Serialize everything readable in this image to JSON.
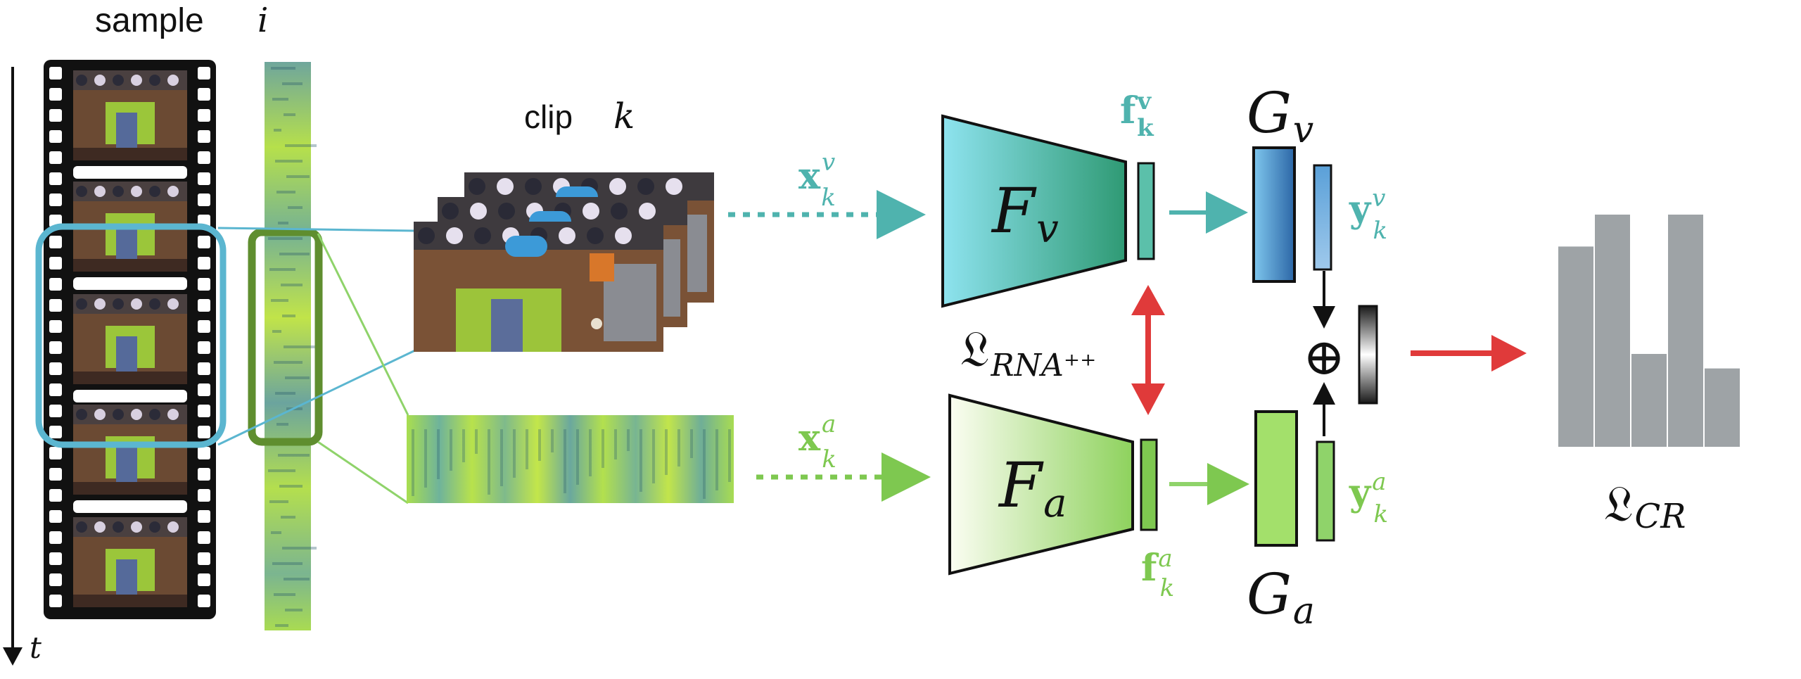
{
  "labels": {
    "sample": "sample",
    "sample_index": "i",
    "time_axis": "t",
    "clip": "clip",
    "clip_index": "k"
  },
  "symbols": {
    "visual_input": {
      "base": "x",
      "sup": "v",
      "sub": "k"
    },
    "audio_input": {
      "base": "x",
      "sup": "a",
      "sub": "k"
    },
    "visual_encoder": {
      "base": "F",
      "sub": "v"
    },
    "audio_encoder": {
      "base": "F",
      "sub": "a"
    },
    "visual_feature": {
      "base": "f",
      "sup": "v",
      "sub": "k"
    },
    "audio_feature": {
      "base": "f",
      "sup": "a",
      "sub": "k"
    },
    "visual_head": {
      "base": "G",
      "sub": "v"
    },
    "audio_head": {
      "base": "G",
      "sub": "a"
    },
    "visual_output": {
      "base": "y",
      "sup": "v",
      "sub": "k"
    },
    "audio_output": {
      "base": "y",
      "sup": "a",
      "sub": "k"
    },
    "alignment_loss": {
      "base": "𝔏",
      "sub": "RNA⁺⁺"
    },
    "combine": "⊕",
    "classification_loss": {
      "base": "𝔏",
      "sub": "CR"
    }
  },
  "histogram": {
    "values": [
      0.69,
      0.8,
      0.32,
      0.8,
      0.27
    ]
  },
  "colors": {
    "visual": "#4fb3ae",
    "audio": "#7ec850",
    "red": "#e03a3a",
    "gray": "#9ea3a6",
    "highlight_blue": "#5bb6d0",
    "highlight_green": "#5f8e2f"
  }
}
